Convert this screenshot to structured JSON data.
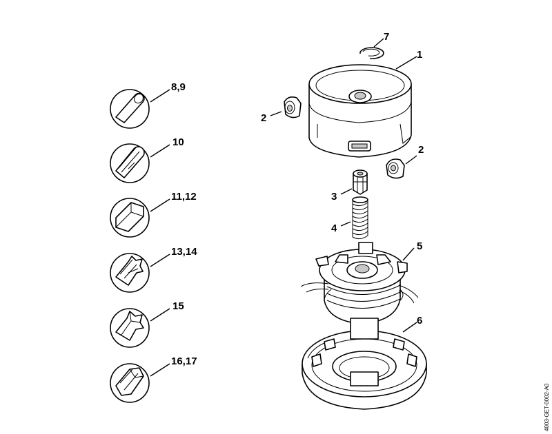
{
  "diagram": {
    "drawing_code": "4003-GET-0002-A0",
    "line_types": [
      {
        "label": "8,9",
        "shape": "round-line-icon"
      },
      {
        "label": "10",
        "shape": "twisted-round-line-icon"
      },
      {
        "label": "11,12",
        "shape": "square-line-icon"
      },
      {
        "label": "13,14",
        "shape": "star-twisted-line-icon"
      },
      {
        "label": "15",
        "shape": "star-line-icon"
      },
      {
        "label": "16,17",
        "shape": "square-twisted-line-icon"
      }
    ],
    "parts": {
      "p1": "1",
      "p2a": "2",
      "p2b": "2",
      "p3": "3",
      "p4": "4",
      "p5": "5",
      "p6": "6",
      "p7": "7"
    }
  }
}
